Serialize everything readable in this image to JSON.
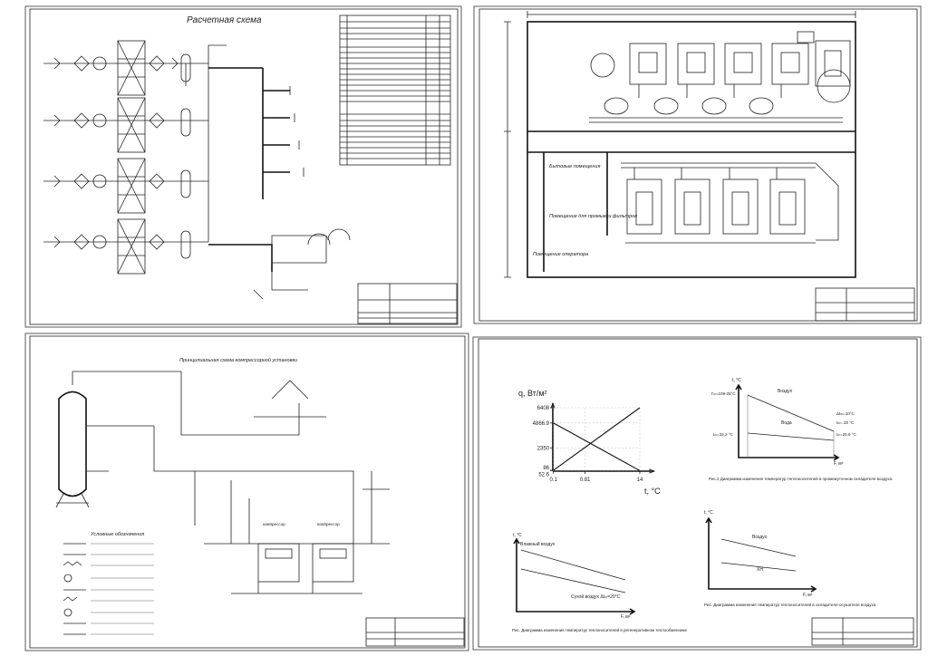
{
  "sheets": {
    "sheet1": {
      "title": "Расчетная схема"
    },
    "sheet2": {
      "room_labels": [
        "Бытовые помещения",
        "Помещение для промывки фильтров",
        "Помещение оператора"
      ]
    },
    "sheet3": {
      "title": "Принципиальная схема компрессорной установки",
      "legend_title": "Условные обозначения",
      "labels": {
        "compressor_a": "компрессор",
        "compressor_b": "компрессор"
      }
    },
    "sheet4": {
      "chart1": {
        "ylabel": "q, Вт/м²",
        "xlabel": "t, °С"
      },
      "chart2": {
        "ylabel": "t, °С",
        "xlabel": "F, м²",
        "air": "Воздух",
        "water": "Вода",
        "t_in": "t'ₘ=109-25°С",
        "dt": "Δtₘ=10°С",
        "t_mid": "tₘ= 28 °С",
        "t_left": "tₘ=33,2 °С",
        "t_right": "tₘ=25,6 °С",
        "caption": "Рис.2  Диаграмма изменения температур теплоносителей в промежуточном охладителе воздуха."
      },
      "chart3": {
        "ylabel": "t, °С",
        "xlabel": "F, м²",
        "wet_air": "Влажный воздух",
        "dry_air": "Сухой воздух Δtₘ=20°С",
        "caption": "Рис.    Диаграмма изменения температур теплоносителей в регенеративном теплообменнике"
      },
      "chart4": {
        "ylabel": "t, °С",
        "xlabel": "F, м²",
        "air": "Воздух",
        "water": "ХН",
        "caption": "Рис.  Диаграмма изменения температур теплоносителей в охладителе-осушителе воздуха"
      }
    }
  },
  "chart_data": [
    {
      "type": "line",
      "ylabel": "q, Вт/м²",
      "xlabel": "t, °С",
      "x_ticks": [
        0.1,
        0.81,
        14
      ],
      "y_ticks": [
        52.6,
        86,
        2350,
        4866.9,
        6408
      ],
      "series": [
        {
          "x": [
            0.1,
            14
          ],
          "y": [
            86,
            6408
          ]
        },
        {
          "x": [
            0.1,
            14
          ],
          "y": [
            4866.9,
            52.6
          ]
        }
      ]
    }
  ]
}
